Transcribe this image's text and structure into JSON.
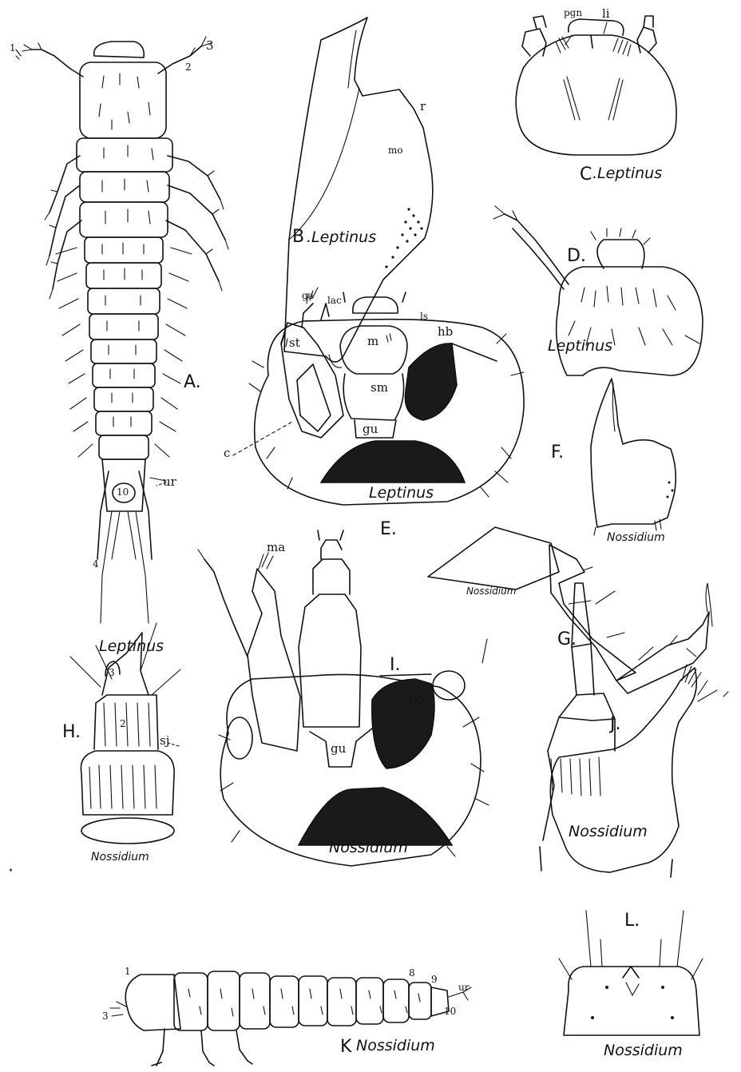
{
  "figures": {
    "A": {
      "letter": "A.",
      "genus": "Leptinus",
      "labels": {
        "ur": "ur",
        "seg10": "10",
        "n1": "1",
        "n2": "2",
        "n3": "3",
        "n4": "4"
      }
    },
    "B": {
      "letter": "B",
      "genus": ".Leptinus",
      "labels": {
        "r": "r",
        "mo": "mo"
      }
    },
    "C": {
      "letter": "C",
      "genus": ".Leptinus",
      "labels": {
        "pgn": "pgn",
        "li": "li"
      }
    },
    "D": {
      "letter": "D.",
      "genus": "Leptinus"
    },
    "E": {
      "letter": "E.",
      "genus": "Leptinus",
      "labels": {
        "ga": "ga",
        "lac": "lac",
        "ls": "ls",
        "hb": "hb",
        "st": "st",
        "m": "m",
        "sm": "sm",
        "gu": "gu",
        "c": "c"
      }
    },
    "F": {
      "letter": "F.",
      "genus": "Nossidium"
    },
    "G": {
      "letter": "G.",
      "genus": "Nossidium"
    },
    "H": {
      "letter": "H.",
      "genus": "Nossidium",
      "labels": {
        "sj": "sj",
        "n2": "2",
        "n3": "3"
      }
    },
    "I": {
      "letter": "I.",
      "genus": "Nossidium",
      "labels": {
        "ma": "ma",
        "hb": "hb",
        "gu": "gu"
      }
    },
    "J": {
      "letter": "J.",
      "genus": "Nossidium"
    },
    "K": {
      "letter": "K",
      "genus": "Nossidium",
      "labels": {
        "n1": "1",
        "n3": "3",
        "n8": "8",
        "n9": "9",
        "n10": "10",
        "ur": "ur"
      }
    },
    "L": {
      "letter": "L.",
      "genus": "Nossidium"
    }
  }
}
